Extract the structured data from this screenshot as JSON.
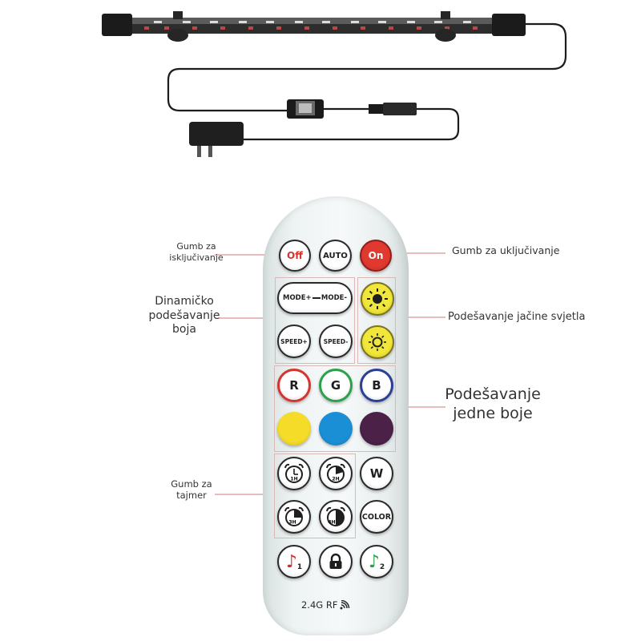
{
  "labels": {
    "off_button": [
      "Gumb za",
      "isključivanje"
    ],
    "on_button": "Gumb za uključivanje",
    "dynamic_color": [
      "Dinamičko",
      "podešavanje",
      "boja"
    ],
    "brightness": "Podešavanje jačine svjetla",
    "single_color": [
      "Podešavanje",
      "jedne boje"
    ],
    "timer": [
      "Gumb za",
      "tajmer"
    ]
  },
  "buttons": {
    "off": "Off",
    "auto": "AUTO",
    "on": "On",
    "mode_plus": "MODE+",
    "mode_minus": "MODE-",
    "speed_plus": "SPEED+",
    "speed_minus": "SPEED-",
    "red": "R",
    "green": "G",
    "blue": "B",
    "white": "W",
    "color": "COLOR",
    "timer_1h": "1H",
    "timer_2h": "2H",
    "timer_3h": "3H",
    "timer_4h": "4H",
    "music1_sub": "1",
    "music2_sub": "2"
  },
  "remote_footer": "2.4G RF",
  "colors": {
    "on_red": "#e0392f",
    "off_red": "#d8332b",
    "r_ring": "#d8342e",
    "g_ring": "#2aa14a",
    "b_ring": "#2b3f97",
    "yellow": "#f4dc28",
    "cyan_blue": "#1b8fd6",
    "purple": "#4c2148",
    "sun_yellow": "#f1e63a",
    "leader_line": "#d99393"
  },
  "icons": [
    "sun-bright-icon",
    "sun-dim-icon",
    "alarm-clock-icon",
    "music-note-icon",
    "lock-icon",
    "wifi-signal-icon"
  ]
}
